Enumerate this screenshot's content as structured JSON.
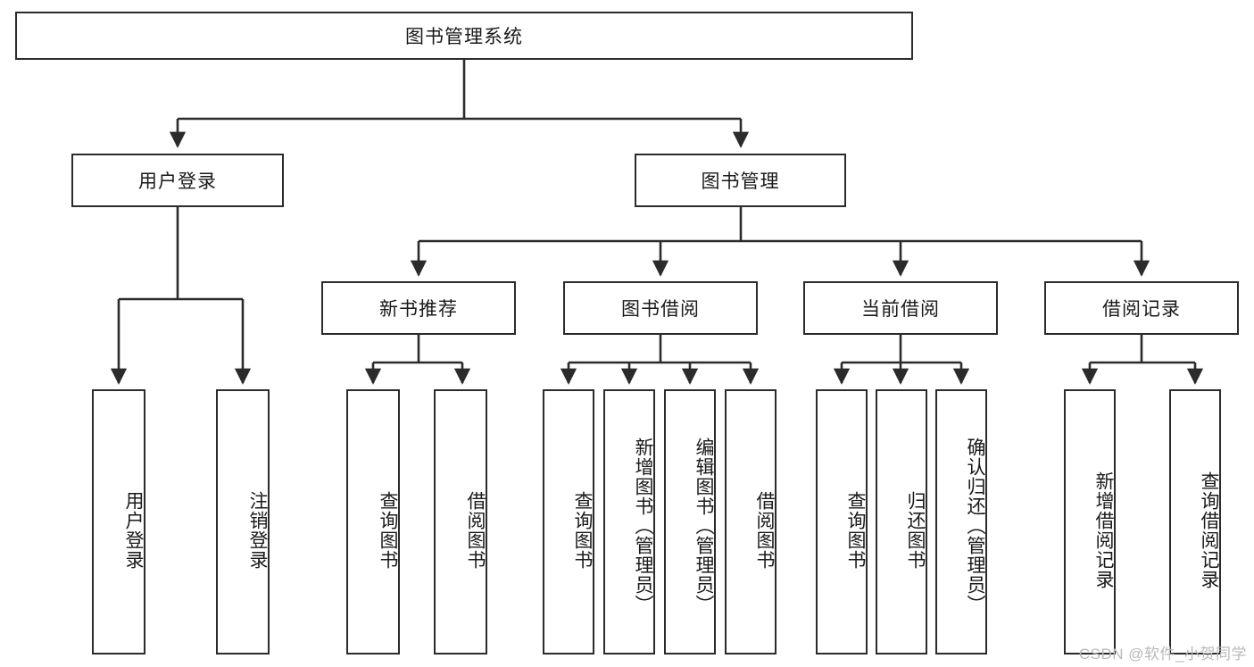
{
  "diagram": {
    "title": "图书管理系统",
    "type": "tree",
    "root": {
      "label": "图书管理系统"
    },
    "level1": [
      {
        "label": "用户登录"
      },
      {
        "label": "图书管理"
      }
    ],
    "level2": [
      {
        "label": "新书推荐"
      },
      {
        "label": "图书借阅"
      },
      {
        "label": "当前借阅"
      },
      {
        "label": "借阅记录"
      }
    ],
    "leaves": {
      "user_login": [
        {
          "label": "用户登录"
        },
        {
          "label": "注销登录"
        }
      ],
      "new_book_recommend": [
        {
          "label": "查询图书"
        },
        {
          "label": "借阅图书"
        }
      ],
      "book_borrow": [
        {
          "label": "查询图书"
        },
        {
          "label": "新增图书（管理员）"
        },
        {
          "label": "编辑图书（管理员）"
        },
        {
          "label": "借阅图书"
        }
      ],
      "current_borrow": [
        {
          "label": "查询图书"
        },
        {
          "label": "归还图书"
        },
        {
          "label": "确认归还（管理员）"
        }
      ],
      "borrow_record": [
        {
          "label": "新增借阅记录"
        },
        {
          "label": "查询借阅记录"
        }
      ]
    }
  },
  "watermark": {
    "text": "CSDN @软件_小贺同学"
  },
  "colors": {
    "stroke": "#2b2b2b",
    "background": "#ffffff",
    "text": "#1a1a1a",
    "watermark": "#b9b9b9"
  }
}
